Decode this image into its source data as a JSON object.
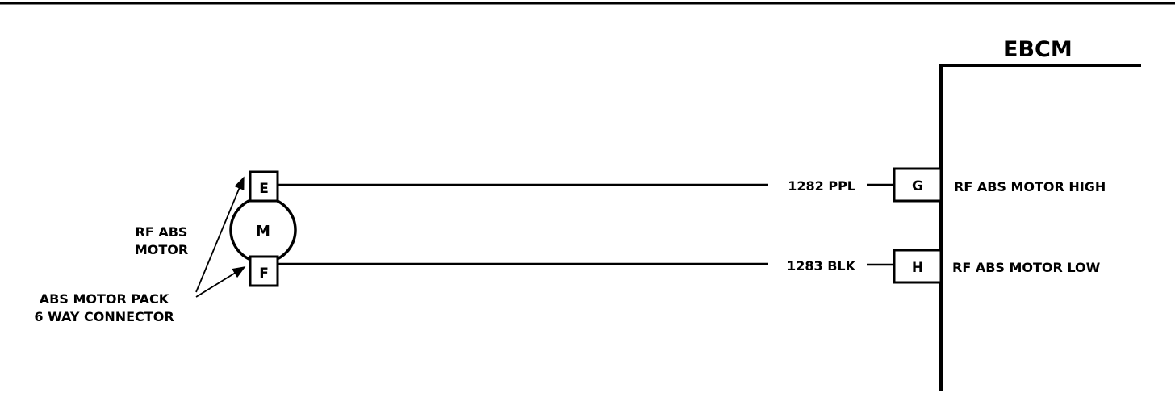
{
  "module": {
    "title": "EBCM"
  },
  "motor": {
    "symbol": "M",
    "name_line1": "RF ABS",
    "name_line2": "MOTOR"
  },
  "motor_connector": {
    "label_line1": "ABS MOTOR PACK",
    "label_line2": "6 WAY CONNECTOR",
    "pins": [
      "E",
      "F"
    ]
  },
  "circuits": [
    {
      "motor_pin": "E",
      "wire": "1282 PPL",
      "module_pin": "G",
      "function": "RF ABS MOTOR HIGH"
    },
    {
      "motor_pin": "F",
      "wire": "1283 BLK",
      "module_pin": "H",
      "function": "RF ABS MOTOR LOW"
    }
  ]
}
